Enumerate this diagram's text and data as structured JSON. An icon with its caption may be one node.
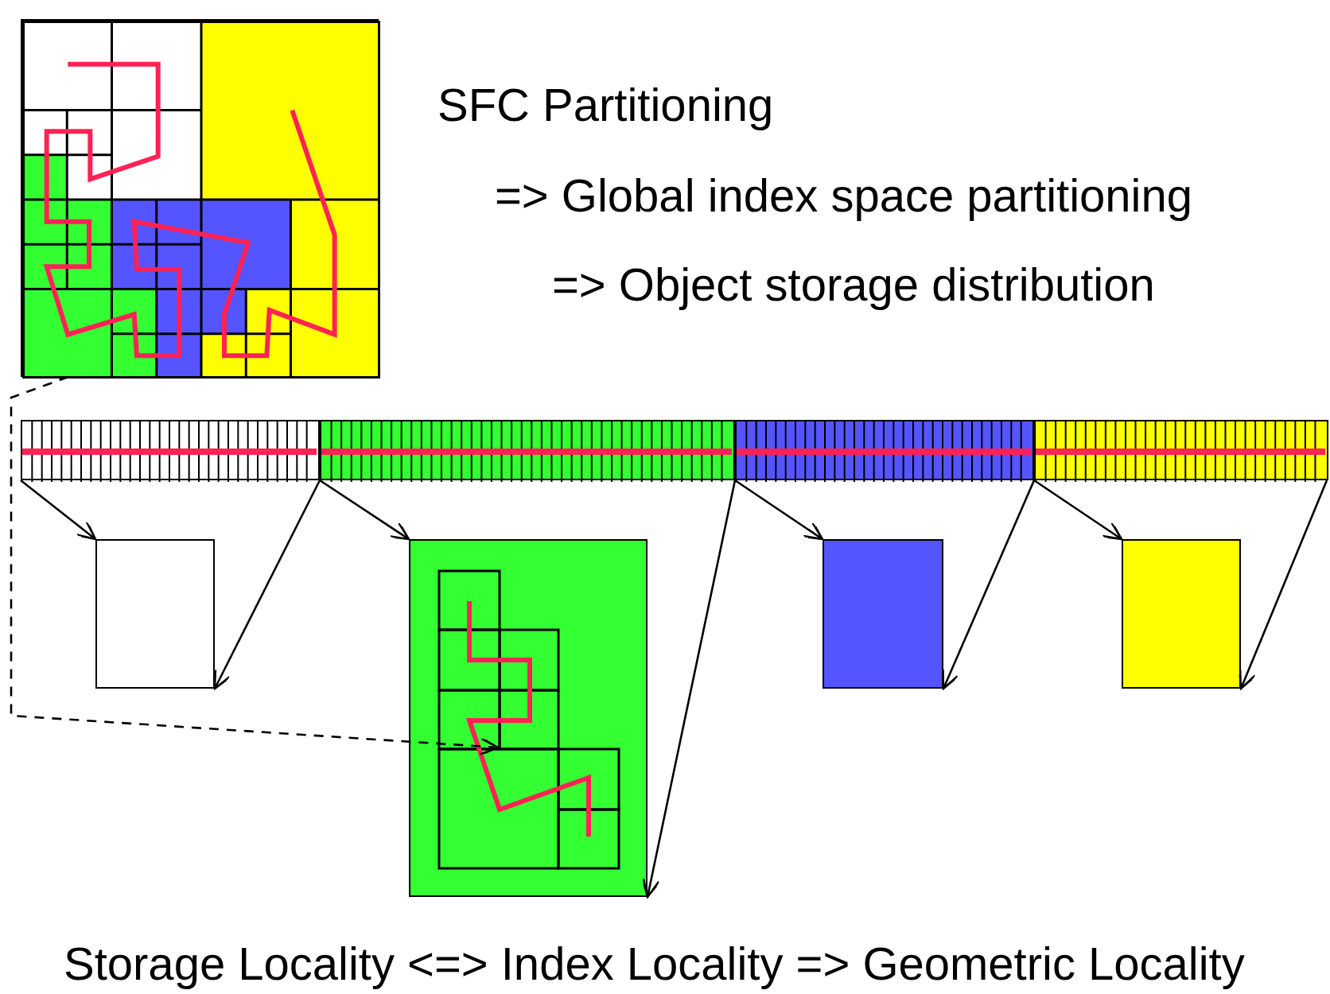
{
  "diagram": {
    "nodes": [
      {
        "text": [],
        "shape": "picture"
      },
      {
        "text": [],
        "shape": "bar"
      },
      {
        "text": [],
        "shape": "bar"
      },
      {
        "text": [],
        "shape": "bar"
      },
      {
        "text": [],
        "shape": "bar"
      },
      {
        "text": [],
        "shape": "box"
      },
      {
        "text": [],
        "shape": "picture"
      },
      {
        "text": [],
        "shape": "box"
      },
      {
        "text": [],
        "shape": "box"
      }
    ],
    "edges": [
      {
        "from": 1,
        "to": 5,
        "arrow": "to"
      },
      {
        "from": 1,
        "to": 5,
        "arrow": "to"
      },
      {
        "from": 2,
        "to": 6,
        "arrow": "to"
      },
      {
        "from": 2,
        "to": 6,
        "arrow": "to"
      },
      {
        "from": 3,
        "to": 7,
        "arrow": "to"
      },
      {
        "from": 3,
        "to": 7,
        "arrow": "to"
      },
      {
        "from": 4,
        "to": 8,
        "arrow": "to"
      },
      {
        "from": 4,
        "to": 8,
        "arrow": "to"
      },
      {
        "from": 0,
        "to": 6,
        "arrow": "to",
        "style": "dashed"
      }
    ],
    "labels": [
      "SFC Partitioning",
      "=> Global index space partitioning",
      "=> Object storage distribution",
      "Storage Locality <=> Index Locality => Geometric Locality"
    ]
  }
}
